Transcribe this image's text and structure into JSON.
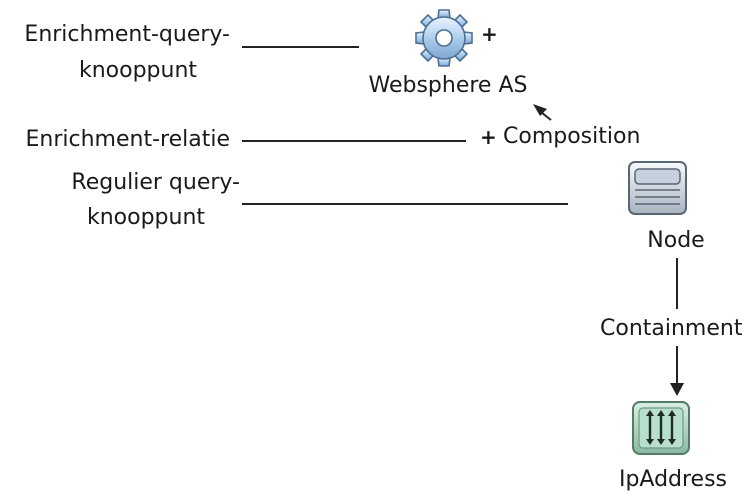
{
  "legend": {
    "enrichment_query_node": {
      "line1": "Enrichment-query-",
      "line2": "knooppunt"
    },
    "enrichment_relation": "Enrichment-relatie",
    "regular_query_node": {
      "line1": "Regulier query-",
      "line2": "knooppunt"
    }
  },
  "nodes": {
    "websphere": {
      "label": "Websphere AS",
      "marker": "+",
      "icon": "gear-icon"
    },
    "node": {
      "label": "Node",
      "icon": "server-stack-icon"
    },
    "ipaddress": {
      "label": "IpAddress",
      "icon": "ip-address-icon"
    }
  },
  "edges": {
    "composition": {
      "label": "Composition",
      "marker": "+"
    },
    "containment": {
      "label": "Containment"
    }
  },
  "colors": {
    "text": "#1a1a1a",
    "line": "#222222",
    "gear_fill": "#a9c9ea",
    "gear_stroke": "#4d6f94",
    "server_fill": "#c7d0db",
    "server_stroke": "#596775",
    "ip_fill": "#9fc9b4",
    "ip_stroke": "#557b67"
  }
}
